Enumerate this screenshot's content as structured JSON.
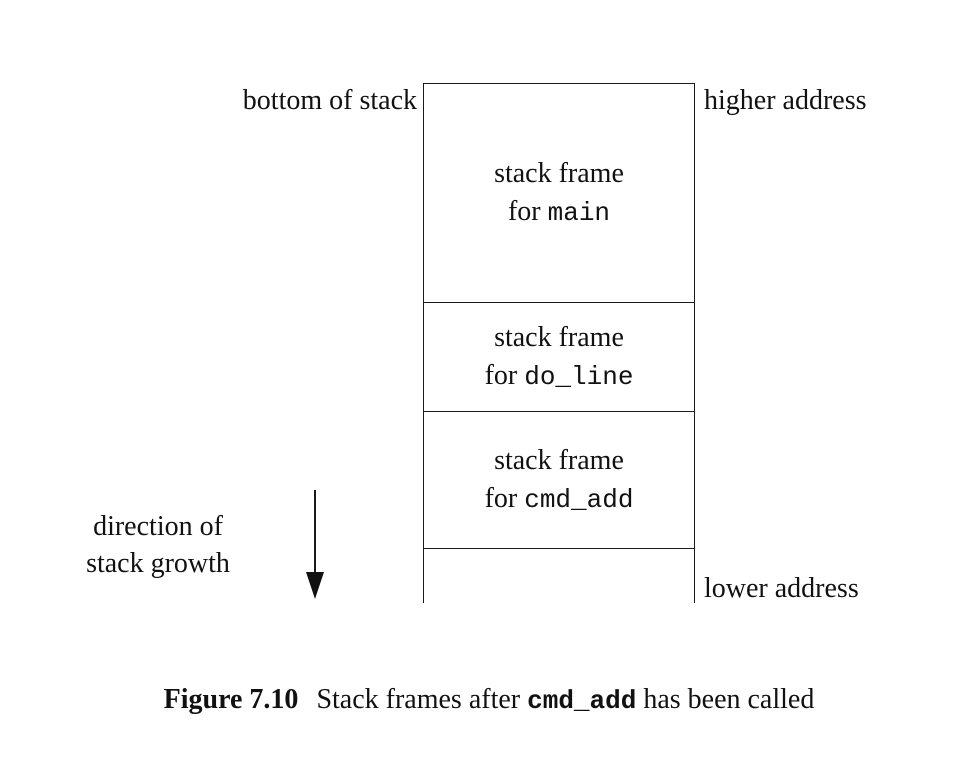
{
  "diagram": {
    "labels": {
      "bottom_of_stack": "bottom of stack",
      "higher_address": "higher address",
      "lower_address": "lower address",
      "direction_line1": "direction of",
      "direction_line2": "stack growth"
    },
    "frames": [
      {
        "line1": "stack frame",
        "line2_prefix": "for ",
        "name": "main"
      },
      {
        "line1": "stack frame",
        "line2_prefix": "for ",
        "name": "do_line"
      },
      {
        "line1": "stack frame",
        "line2_prefix": "for ",
        "name": "cmd_add"
      }
    ]
  },
  "caption": {
    "figure_label": "Figure 7.10",
    "text_before": "Stack frames after ",
    "code": "cmd_add",
    "text_after": " has been called"
  },
  "colors": {
    "ink": "#111111",
    "line": "#1a1a1a",
    "background": "#ffffff"
  }
}
